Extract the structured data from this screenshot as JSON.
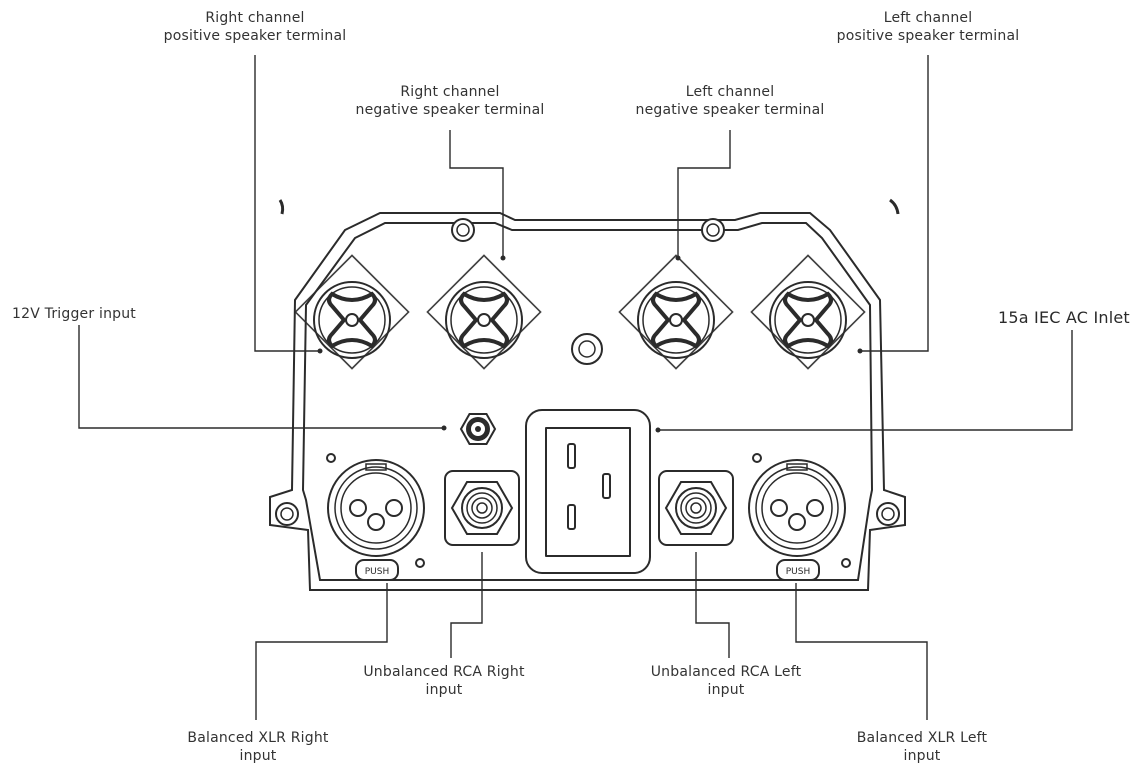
{
  "labels": {
    "right_pos": [
      "Right channel",
      "positive speaker terminal"
    ],
    "right_neg": [
      "Right channel",
      "negative speaker terminal"
    ],
    "left_neg": [
      "Left channel",
      "negative speaker terminal"
    ],
    "left_pos": [
      "Left channel",
      "positive speaker terminal"
    ],
    "trigger": "12V Trigger input",
    "ac_inlet": "15a IEC AC Inlet",
    "rca_right": [
      "Unbalanced RCA Right",
      "input"
    ],
    "rca_left": [
      "Unbalanced RCA Left",
      "input"
    ],
    "xlr_right": [
      "Balanced XLR Right",
      "input"
    ],
    "xlr_left": [
      "Balanced XLR Left",
      "input"
    ]
  },
  "push_label": "PUSH",
  "colors": {
    "line": "#2b2b2b",
    "text": "#333333",
    "background": "#ffffff"
  }
}
